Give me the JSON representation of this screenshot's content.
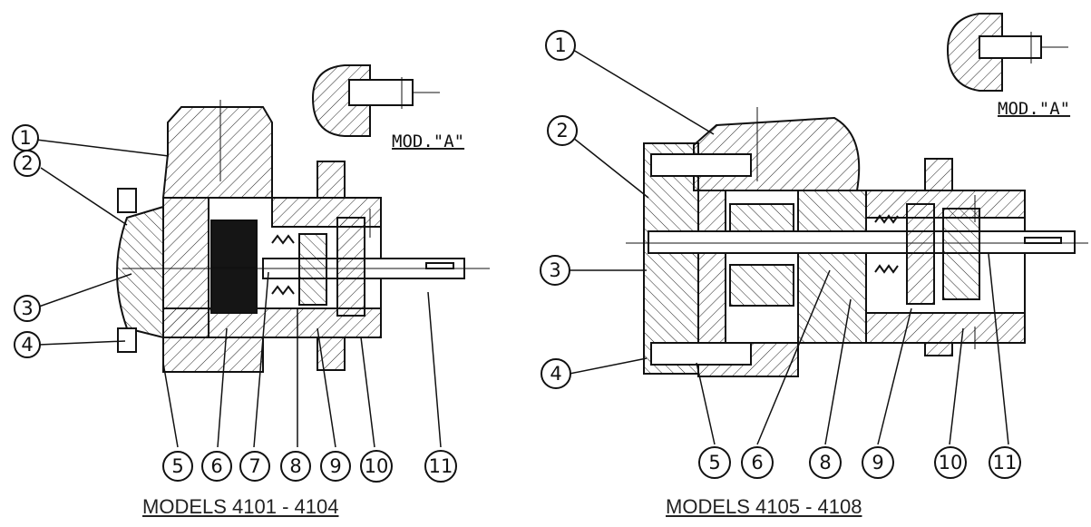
{
  "diagrams": [
    {
      "caption": "MODELS 4101 - 4104",
      "mod_label": "MOD.\"A\"",
      "balloons": [
        "1",
        "2",
        "3",
        "4",
        "5",
        "6",
        "7",
        "8",
        "9",
        "10",
        "11"
      ]
    },
    {
      "caption": "MODELS 4105 - 4108",
      "mod_label": "MOD.\"A\"",
      "balloons": [
        "1",
        "2",
        "3",
        "4",
        "5",
        "6",
        "8",
        "9",
        "10",
        "11"
      ]
    }
  ],
  "colors": {
    "ink": "#111111",
    "background": "#ffffff"
  }
}
